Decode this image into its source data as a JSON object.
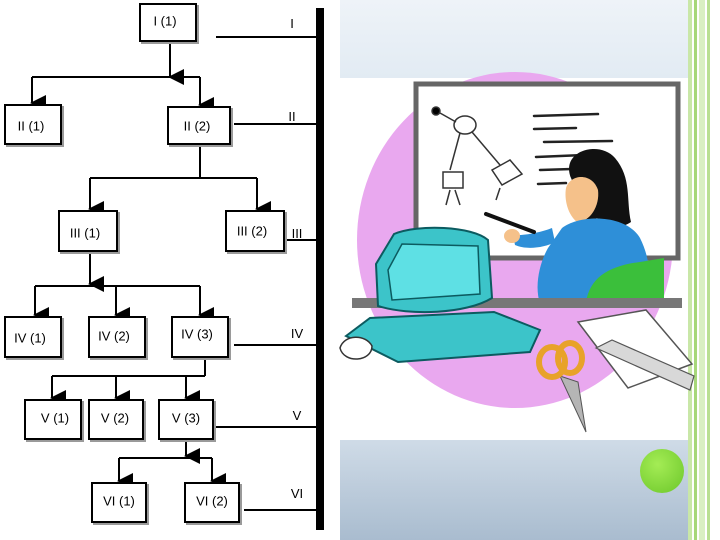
{
  "colors": {
    "accent_green": "#8fd24a",
    "panel_blue": "#b7c8d8",
    "screen_magenta": "#e9a8ef"
  },
  "nodes": {
    "n1": "I (1)",
    "n21": "II (1)",
    "n22": "II (2)",
    "n31": "III (1)",
    "n32": "III (2)",
    "n41": "IV (1)",
    "n42": "IV (2)",
    "n43": "IV (3)",
    "n51": "V (1)",
    "n52": "V (2)",
    "n53": "V (3)",
    "n61": "VI (1)",
    "n62": "VI (2)"
  },
  "levels": [
    "I",
    "II",
    "III",
    "IV",
    "V",
    "VI"
  ]
}
